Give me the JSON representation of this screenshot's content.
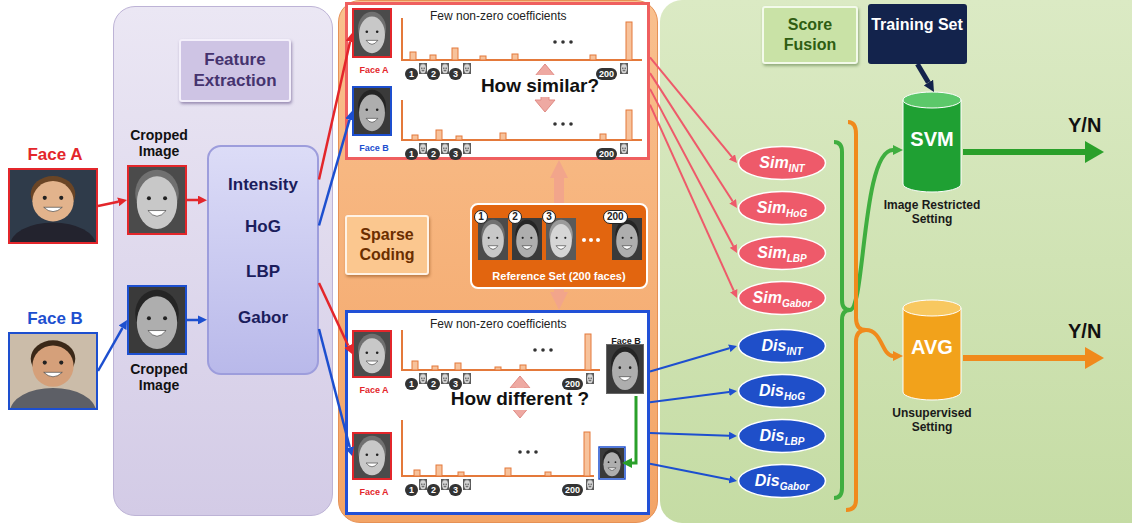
{
  "diagram": {
    "nodes": [
      {
        "text": [
          "Face A"
        ]
      },
      {
        "text": [
          "Face B"
        ]
      },
      {
        "text": [
          "Feature Extraction"
        ]
      },
      {
        "text": [
          "Cropped Image"
        ],
        "in": 2
      },
      {
        "text": [
          "Cropped Image"
        ],
        "in": 2
      },
      {
        "text": [
          "Intensity",
          "HoG",
          "LBP",
          "Gabor"
        ],
        "in": 2
      },
      {
        "text": [
          "Sparse Coding"
        ]
      },
      {
        "text": [
          "Few non-zero coefficients",
          "How similar?"
        ],
        "in": 6
      },
      {
        "text": [
          "Face A"
        ],
        "in": 7
      },
      {
        "text": [
          "Face B"
        ],
        "in": 7
      },
      {
        "text": [
          "Reference Set (200 faces)"
        ],
        "in": 6
      },
      {
        "text": [
          "Few non-zero coefficients",
          "How different ?"
        ],
        "in": 6
      },
      {
        "text": [
          "Face A"
        ],
        "in": 11
      },
      {
        "text": [
          "Face B"
        ],
        "in": 11
      },
      {
        "text": [
          "Face A"
        ],
        "in": 11
      },
      {
        "text": [
          "Score Fusion"
        ]
      },
      {
        "text": [
          "Training Set"
        ],
        "in": 15
      },
      {
        "text": [
          "Sim",
          "INT"
        ],
        "in": 15
      },
      {
        "text": [
          "Sim",
          "HoG"
        ],
        "in": 15
      },
      {
        "text": [
          "Sim",
          "LBP"
        ],
        "in": 15
      },
      {
        "text": [
          "Sim",
          "Gabor"
        ],
        "in": 15
      },
      {
        "text": [
          "Dis",
          "INT"
        ],
        "in": 15
      },
      {
        "text": [
          "Dis",
          "HoG"
        ],
        "in": 15
      },
      {
        "text": [
          "Dis",
          "LBP"
        ],
        "in": 15
      },
      {
        "text": [
          "Dis",
          "Gabor"
        ],
        "in": 15
      },
      {
        "text": [
          "SVM",
          "Image Restricted Setting"
        ],
        "in": 15
      },
      {
        "text": [
          "AVG",
          "Unsupervised Setting"
        ],
        "in": 15
      }
    ],
    "edges": [
      {
        "from": 0,
        "to": 3,
        "arrow": "to"
      },
      {
        "from": 1,
        "to": 4,
        "arrow": "to"
      },
      {
        "from": 3,
        "to": 5,
        "arrow": "to"
      },
      {
        "from": 4,
        "to": 5,
        "arrow": "to"
      },
      {
        "from": 5,
        "to": 8,
        "arrow": "to"
      },
      {
        "from": 5,
        "to": 9,
        "arrow": "to"
      },
      {
        "from": 5,
        "to": 12,
        "arrow": "to"
      },
      {
        "from": 5,
        "to": 14,
        "arrow": "to"
      },
      {
        "from": 10,
        "to": 7,
        "arrow": "to"
      },
      {
        "from": 10,
        "to": 11,
        "arrow": "to"
      },
      {
        "from": 7,
        "to": 17,
        "arrow": "to"
      },
      {
        "from": 7,
        "to": 18,
        "arrow": "to"
      },
      {
        "from": 7,
        "to": 19,
        "arrow": "to"
      },
      {
        "from": 7,
        "to": 20,
        "arrow": "to"
      },
      {
        "from": 11,
        "to": 21,
        "arrow": "to"
      },
      {
        "from": 11,
        "to": 22,
        "arrow": "to"
      },
      {
        "from": 11,
        "to": 23,
        "arrow": "to"
      },
      {
        "from": 11,
        "to": 24,
        "arrow": "to"
      },
      {
        "from": 16,
        "to": 25,
        "arrow": "to"
      }
    ],
    "labels": [
      "1",
      "2",
      "3",
      "200",
      "1",
      "2",
      "3",
      "200",
      "1",
      "2",
      "3",
      "200",
      "1",
      "2",
      "3",
      "200",
      "1",
      "2",
      "3",
      "200",
      "Y/N",
      "Y/N"
    ]
  }
}
